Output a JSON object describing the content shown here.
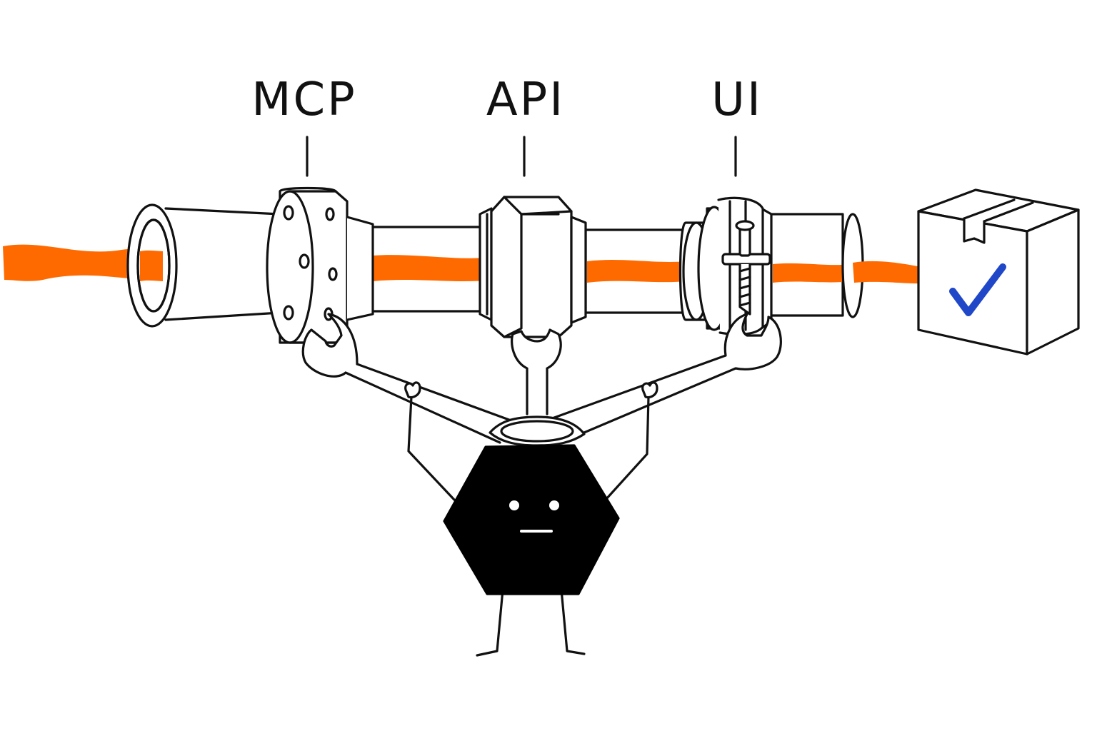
{
  "labels": {
    "mcp": "MCP",
    "api": "API",
    "ui": "UI"
  },
  "colors": {
    "flow": "#ff6a00",
    "ink": "#111111",
    "check": "#1f47c8",
    "background": "#ffffff"
  },
  "icons": [
    "pipe-icon",
    "flange-icon",
    "hex-nut-icon",
    "hose-clamp-icon",
    "wrench-icon",
    "box-icon",
    "checkmark-icon",
    "hexagon-mascot-icon"
  ]
}
